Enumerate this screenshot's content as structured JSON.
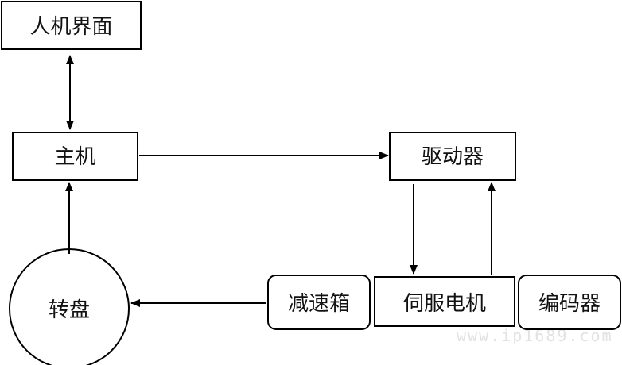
{
  "nodes": {
    "hmi": "人机界面",
    "host": "主机",
    "driver": "驱动器",
    "turntable": "转盘",
    "gearbox": "减速箱",
    "servo_motor": "伺服电机",
    "encoder": "编码器"
  },
  "watermark": "www.ip1689.com",
  "colors": {
    "stroke": "#000000",
    "text": "#111111",
    "watermark": "#e2e2e2"
  }
}
